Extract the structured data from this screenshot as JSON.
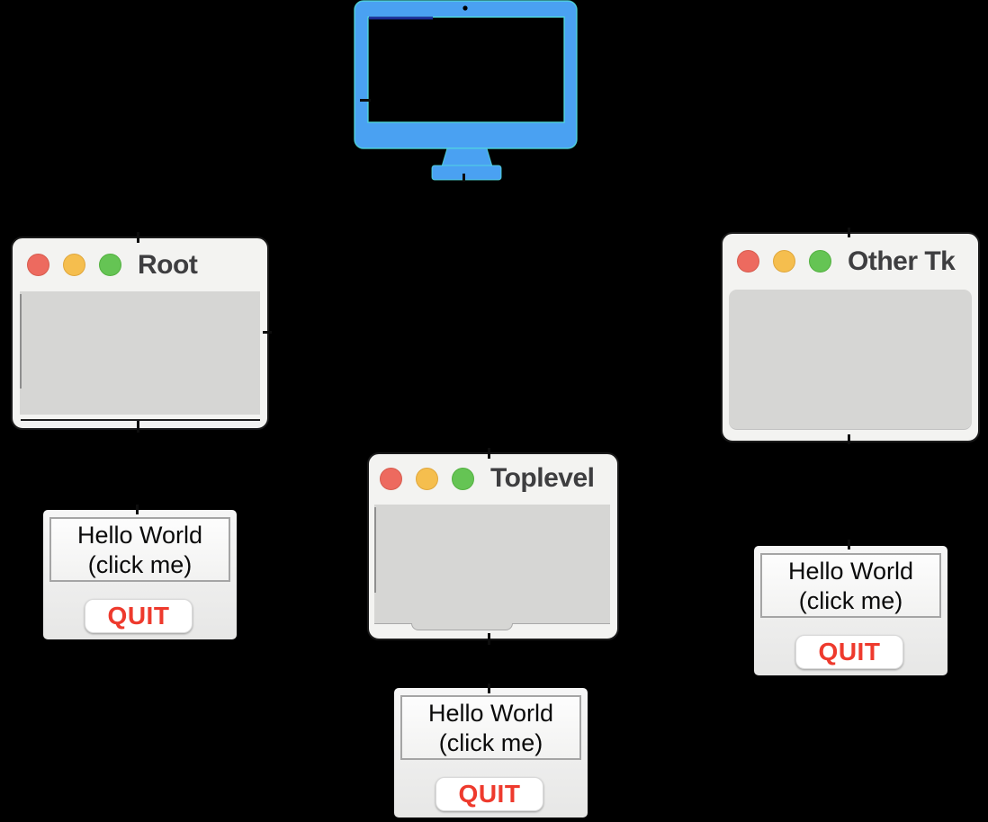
{
  "scene": {
    "background": "#000000",
    "description": "Diagram of Tk window hierarchy: a display icon connected to Root, Toplevel and Other Tk windows, each with a Hello World widget frame"
  },
  "display_icon": {
    "name": "computer-display",
    "color": "#4aa1f2",
    "outline_color": "#52dfdd"
  },
  "windows": [
    {
      "id": "root",
      "title": "Root"
    },
    {
      "id": "toplevel",
      "title": "Toplevel"
    },
    {
      "id": "other_tk",
      "title": "Other Tk"
    }
  ],
  "frames": [
    {
      "label_line1": "Hello World",
      "label_line2": "(click me)",
      "quit_label": "QUIT"
    },
    {
      "label_line1": "Hello World",
      "label_line2": "(click me)",
      "quit_label": "QUIT"
    },
    {
      "label_line1": "Hello World",
      "label_line2": "(click me)",
      "quit_label": "QUIT"
    }
  ],
  "colors": {
    "traffic_red": "#ed6a5f",
    "traffic_yellow": "#f5be4e",
    "traffic_green": "#65c454",
    "quit_text": "#ee3a2d",
    "window_chrome": "#f3f3f1",
    "window_content": "#d6d6d4"
  }
}
